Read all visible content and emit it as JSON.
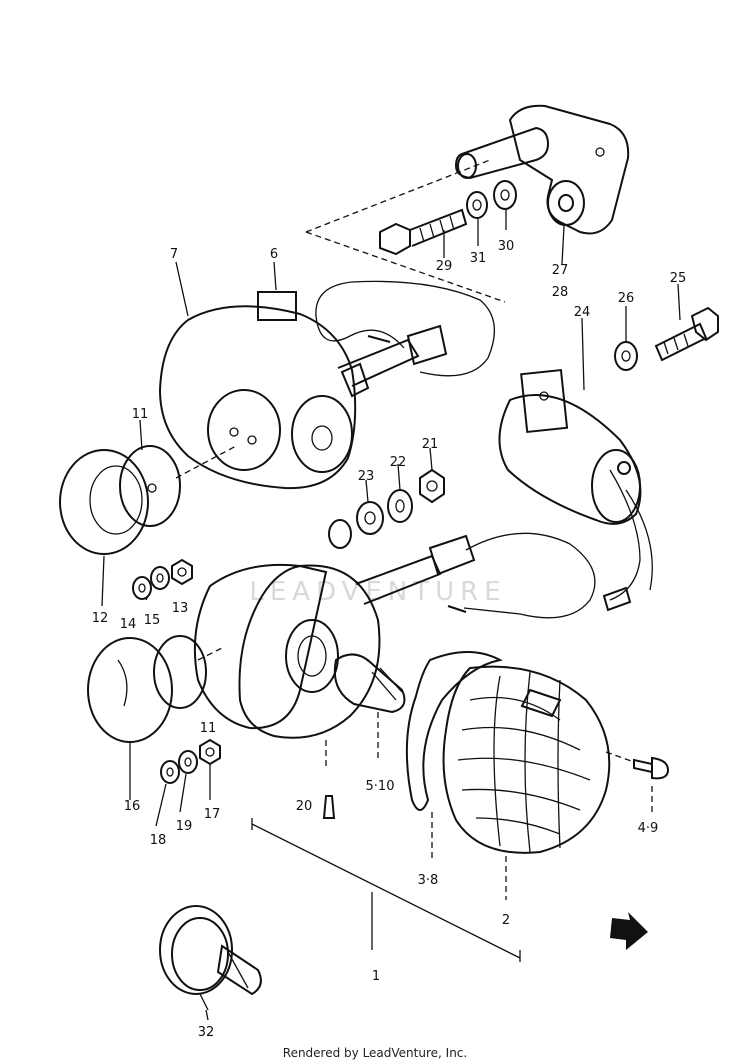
{
  "parts": [
    {
      "id": "p1",
      "label": "1"
    },
    {
      "id": "p2",
      "label": "2"
    },
    {
      "id": "p3",
      "label": "3·8"
    },
    {
      "id": "p4",
      "label": "4·9"
    },
    {
      "id": "p5",
      "label": "5·10"
    },
    {
      "id": "p6",
      "label": "6"
    },
    {
      "id": "p7",
      "label": "7"
    },
    {
      "id": "p11a",
      "label": "11"
    },
    {
      "id": "p11b",
      "label": "11"
    },
    {
      "id": "p12",
      "label": "12"
    },
    {
      "id": "p13",
      "label": "13"
    },
    {
      "id": "p14",
      "label": "14"
    },
    {
      "id": "p15",
      "label": "15"
    },
    {
      "id": "p16",
      "label": "16"
    },
    {
      "id": "p17",
      "label": "17"
    },
    {
      "id": "p18",
      "label": "18"
    },
    {
      "id": "p19",
      "label": "19"
    },
    {
      "id": "p20",
      "label": "20"
    },
    {
      "id": "p21",
      "label": "21"
    },
    {
      "id": "p22",
      "label": "22"
    },
    {
      "id": "p23",
      "label": "23"
    },
    {
      "id": "p24",
      "label": "24"
    },
    {
      "id": "p25",
      "label": "25"
    },
    {
      "id": "p26",
      "label": "26"
    },
    {
      "id": "p27",
      "label": "27"
    },
    {
      "id": "p28",
      "label": "28"
    },
    {
      "id": "p29",
      "label": "29"
    },
    {
      "id": "p30",
      "label": "30"
    },
    {
      "id": "p31",
      "label": "31"
    },
    {
      "id": "p32",
      "label": "32"
    }
  ],
  "watermark": "LEADVENTURE",
  "footer": "Rendered by LeadVenture, Inc."
}
